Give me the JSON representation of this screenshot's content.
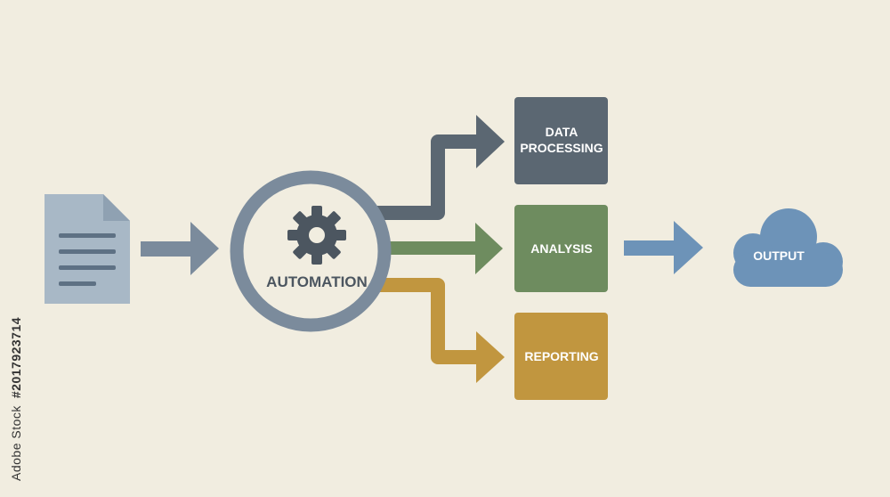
{
  "colors": {
    "background": "#f1ede0",
    "document": "#a8b8c6",
    "document_fold": "#8fa1b2",
    "document_lines": "#5e7184",
    "arrow_input": "#7b8b9c",
    "ring": "#7b8b9c",
    "gear": "#4c5660",
    "data_processing": "#5b6772",
    "analysis": "#6e8c5f",
    "reporting": "#c1963f",
    "output_arrow": "#6d93b8",
    "output_cloud": "#6d93b8"
  },
  "nodes": {
    "document": {
      "icon": "document-icon"
    },
    "automation": {
      "label": "AUTOMATION",
      "icon": "gear-icon"
    },
    "data_processing": {
      "label_line1": "DATA",
      "label_line2": "PROCESSING"
    },
    "analysis": {
      "label": "ANALYSIS"
    },
    "reporting": {
      "label": "REPORTING"
    },
    "output": {
      "label": "OUTPUT",
      "icon": "cloud-icon"
    }
  },
  "watermark": {
    "source": "Adobe Stock",
    "id": "#2017923714"
  }
}
